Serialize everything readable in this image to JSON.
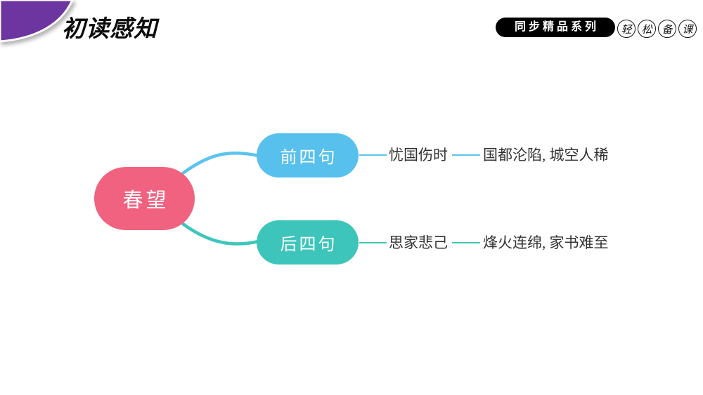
{
  "slide": {
    "title": "初读感知",
    "badge": "同步精品系列",
    "stamps": [
      "轻",
      "松",
      "备",
      "课"
    ]
  },
  "mindmap": {
    "root": {
      "label": "春望",
      "color": "#F0627F"
    },
    "branches": [
      {
        "label": "前四句",
        "color": "#58C0ED",
        "line_color": "#5BC3EF",
        "mid": "忧国伤时",
        "leaf": "国都沦陷, 城空人稀"
      },
      {
        "label": "后四句",
        "color": "#3EC5BB",
        "line_color": "#3FC6BC",
        "mid": "思家悲己",
        "leaf": "烽火连绵, 家书难至"
      }
    ]
  },
  "colors": {
    "corner": "#6C35A0",
    "background": "#FFFFFF",
    "text": "#333333"
  }
}
